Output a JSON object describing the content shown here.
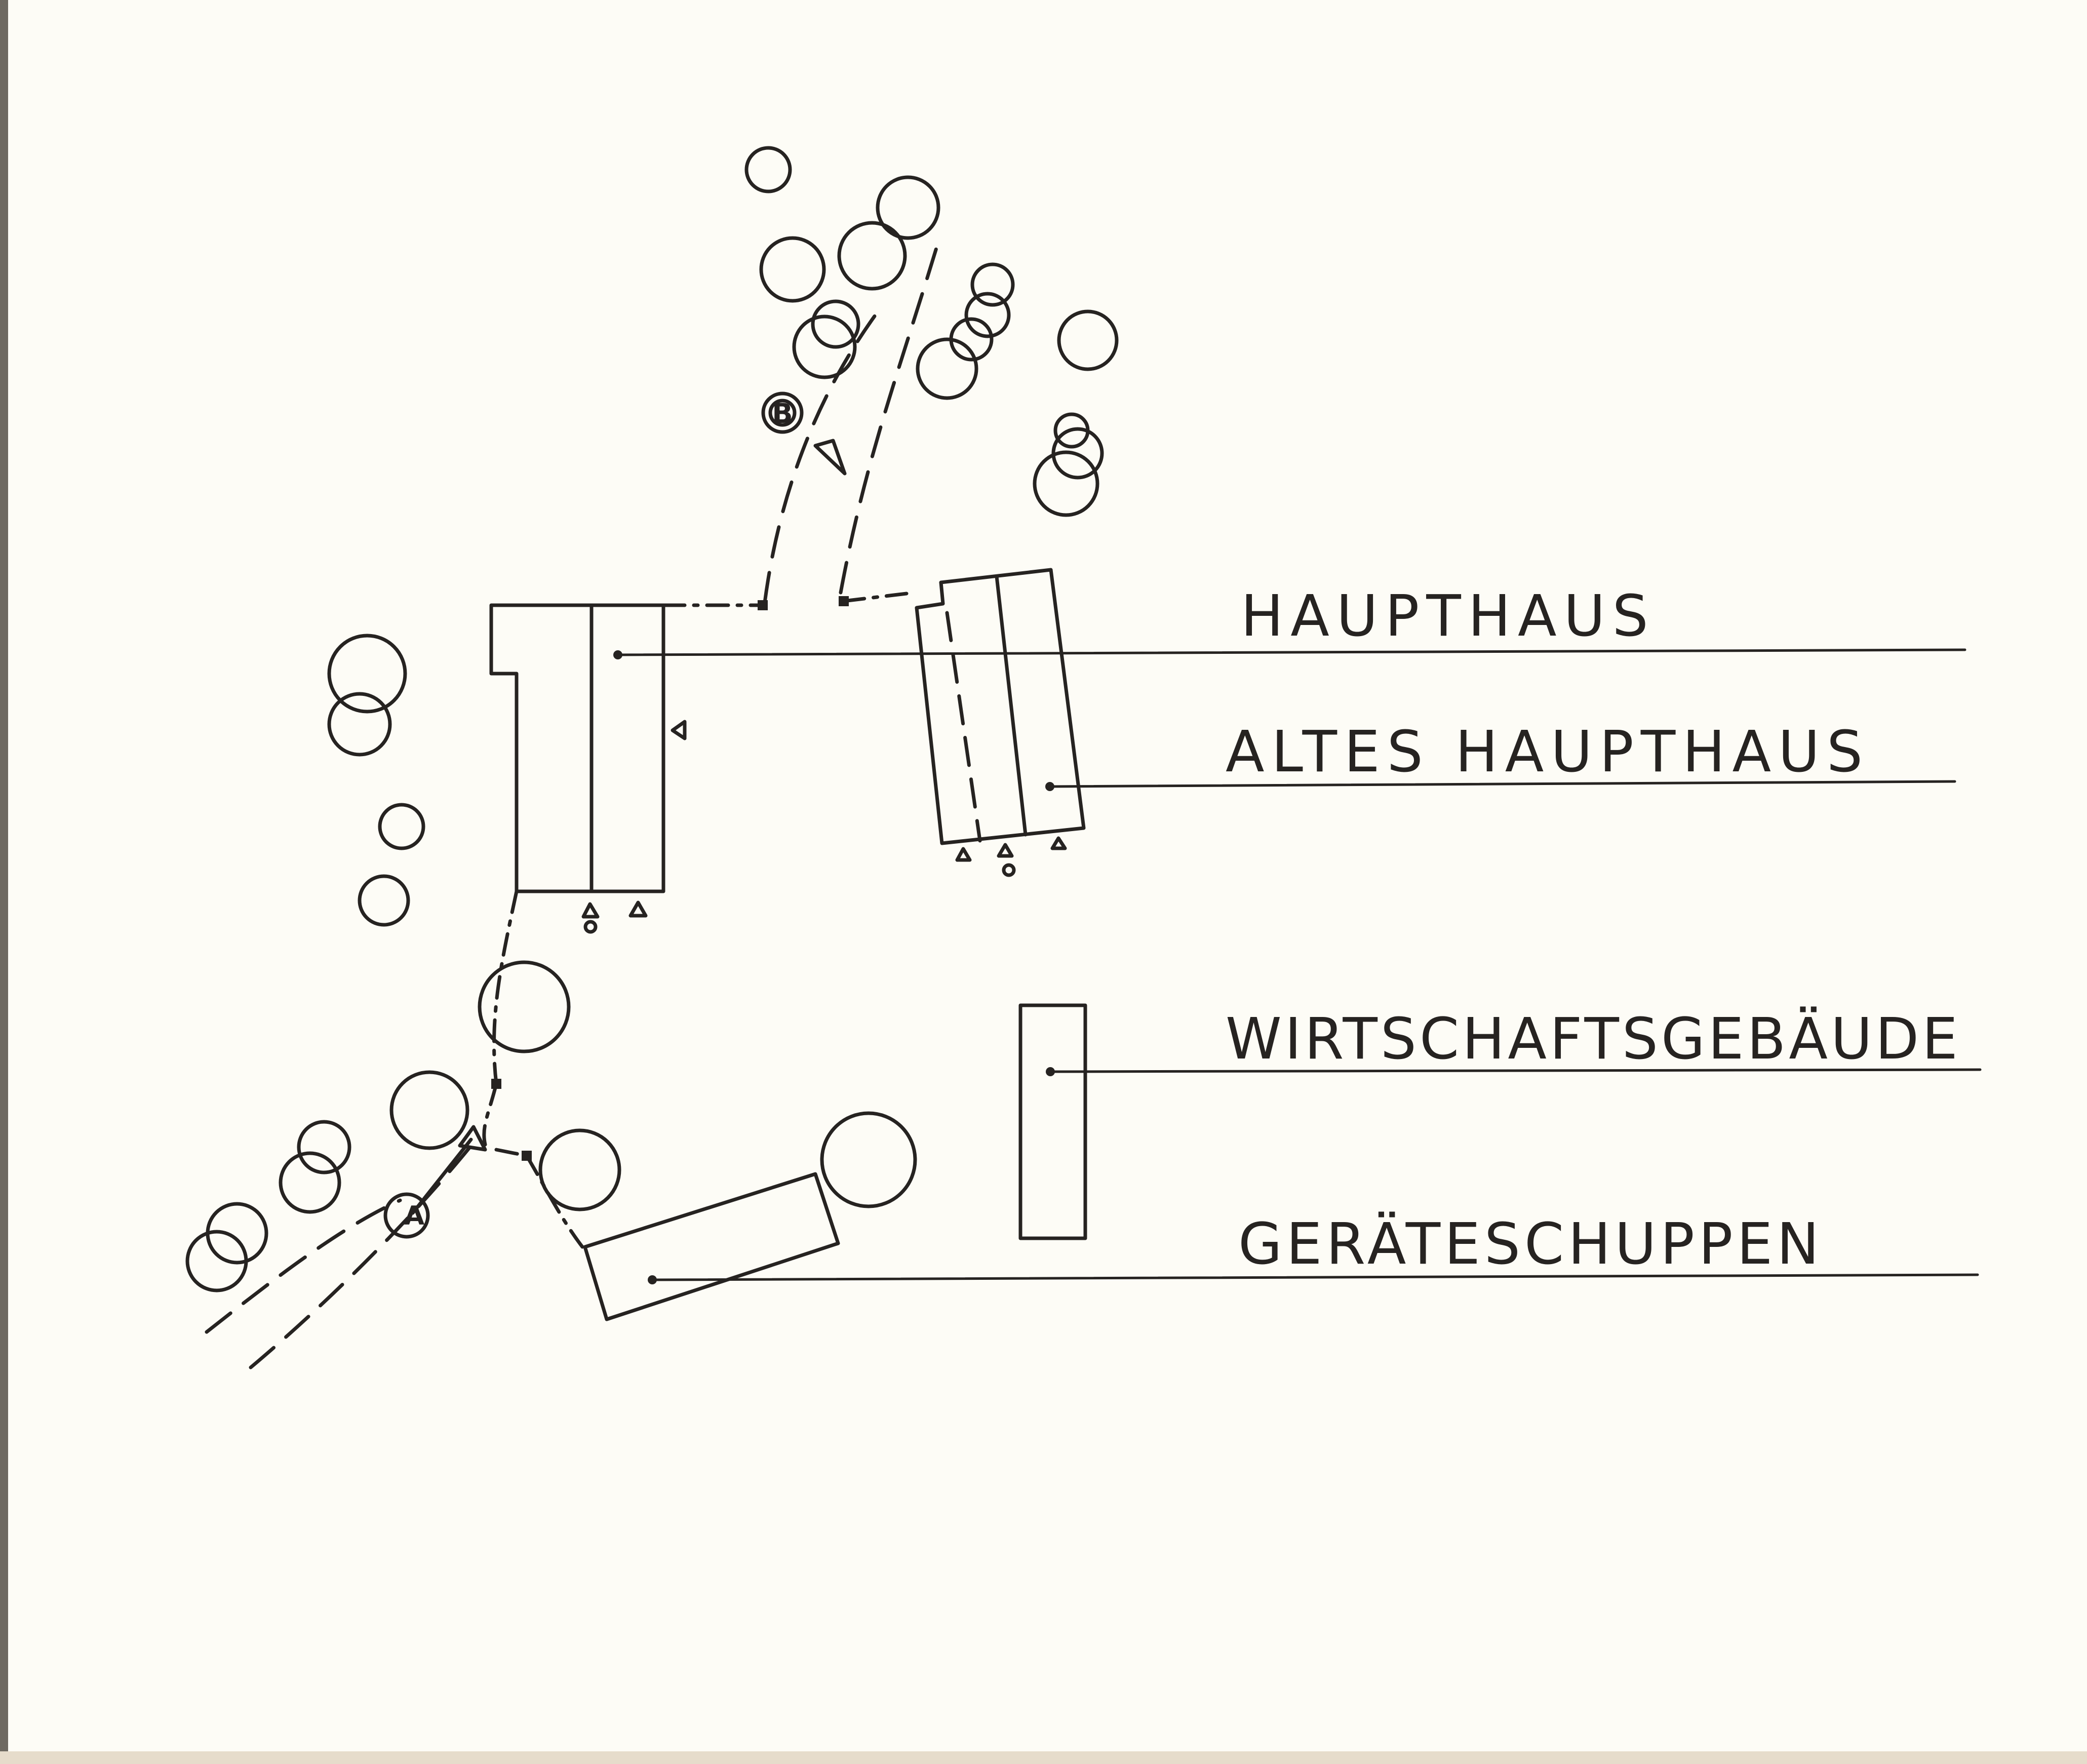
{
  "labels": {
    "haupthaus": "HAUPTHAUS",
    "altes_haupthaus": "ALTES HAUPTHAUS",
    "wirtschaftsgebaeude": "WIRTSCHAFTSGEBÄUDE",
    "geraeteschuppen": "GERÄTESCHUPPEN"
  },
  "markers": {
    "upper_tree": "B",
    "lower_tree": "A"
  },
  "colors": {
    "ink": "#262321",
    "paper": "#fdfcf6",
    "left_edge": "#6e6a62",
    "bottom_edge": "#e6dccb"
  }
}
